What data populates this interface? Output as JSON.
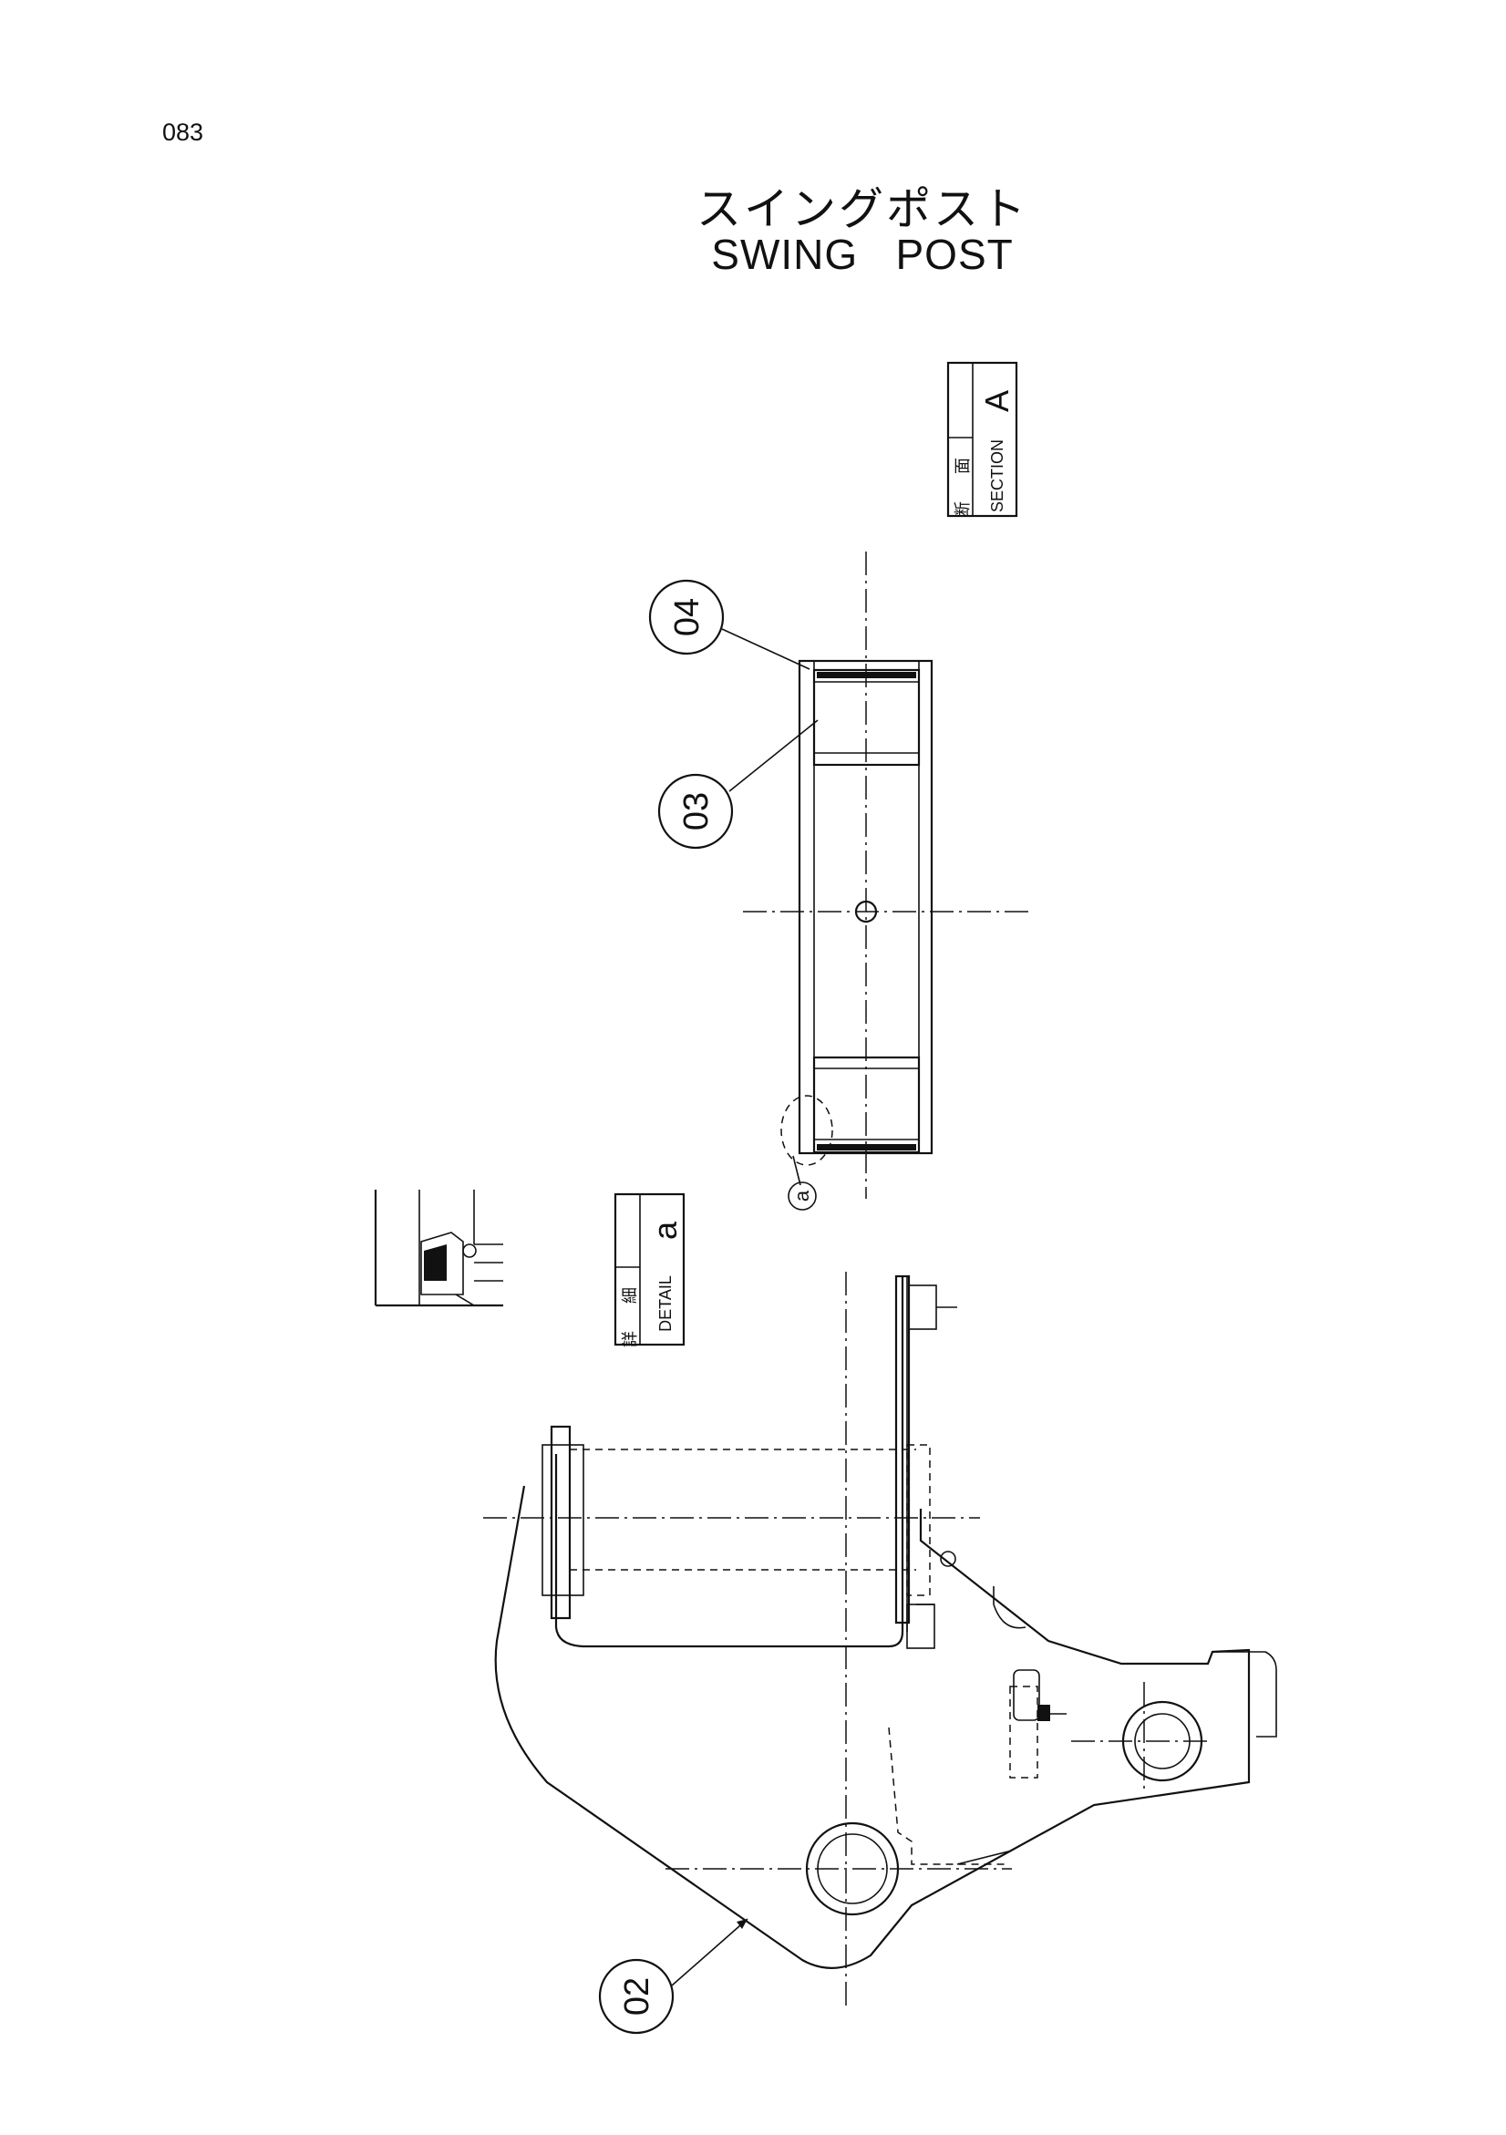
{
  "page_number": "083",
  "title_jp": "スイングポスト",
  "title_en": "SWING   POST",
  "section_label": {
    "jp": "断面",
    "en": "SECTION",
    "letter": "A"
  },
  "detail_label": {
    "jp": "詳細",
    "en": "DETAIL",
    "letter": "a"
  },
  "detail_callout": "a",
  "callouts": [
    {
      "id": "part-04",
      "text": "04"
    },
    {
      "id": "part-03",
      "text": "03"
    },
    {
      "id": "part-02",
      "text": "02"
    }
  ]
}
